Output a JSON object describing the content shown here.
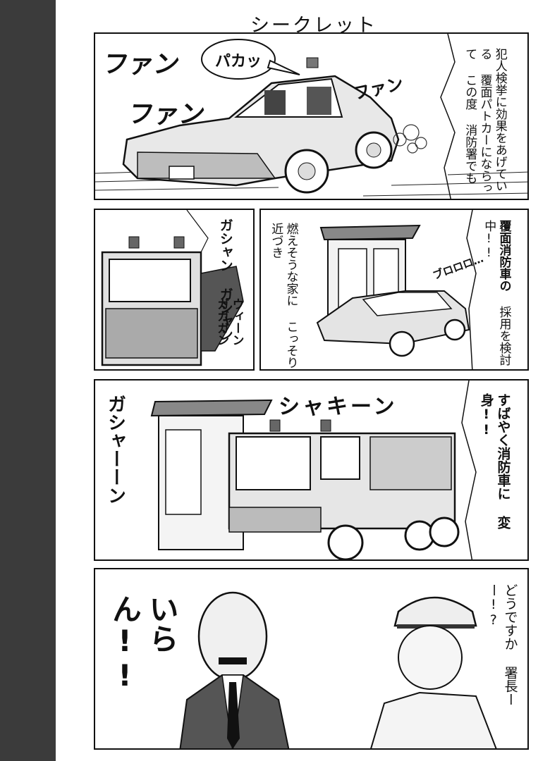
{
  "title": "シークレット",
  "panel1": {
    "sfx_top": "ファン",
    "sfx_mid": "ファン",
    "sfx_right": "ファン",
    "bubble": "パカッ",
    "narration": [
      "犯人検挙に効果をあげている",
      "覆面パトカーにならって",
      "この度 消防署でも"
    ]
  },
  "panel2a": {
    "sfx_1": [
      "ガシャン",
      "ガシャン"
    ],
    "sfx_2": [
      "ウィーン",
      "ガガガン"
    ]
  },
  "panel2b": {
    "narration": [
      "燃えそうな家に",
      "こっそり近づき"
    ],
    "sfx": "ブロロロ…"
  },
  "panel2c": {
    "narration": [
      "覆面消防車の",
      "採用を検討中!!"
    ]
  },
  "panel3": {
    "sfx_top": "シャキーン",
    "sfx_left": "ガシャーーン",
    "narration": [
      "すばやく消防車に",
      "変身!!"
    ]
  },
  "panel4": {
    "chief_line": "いらん!!",
    "firefighter_line": [
      "どうですか",
      "署長ーー!?"
    ]
  }
}
